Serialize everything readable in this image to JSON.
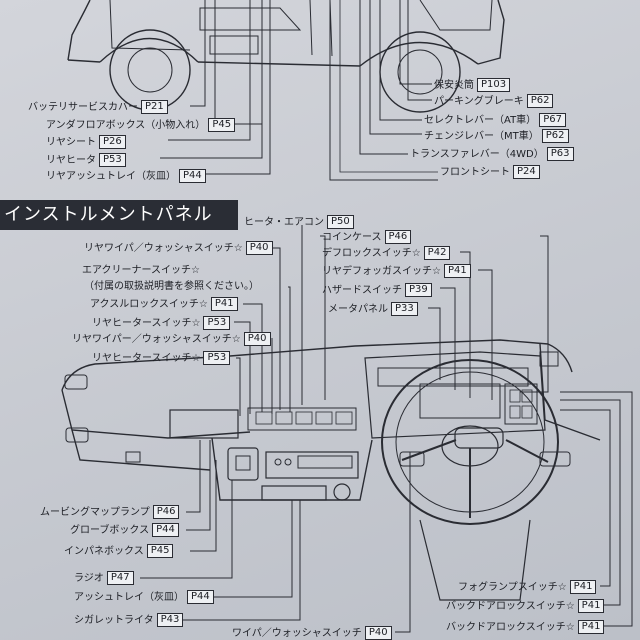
{
  "section_title": "インストルメントパネル",
  "top_labels": [
    {
      "name": "バッテリサービスカバー",
      "page": "P21"
    },
    {
      "name": "アンダフロアボックス（小物入れ）",
      "page": "P45"
    },
    {
      "name": "リヤシート",
      "page": "P26"
    },
    {
      "name": "リヤヒータ",
      "page": "P53"
    },
    {
      "name": "リヤアッシュトレイ（灰皿）",
      "page": "P44"
    },
    {
      "name": "保安炎筒",
      "page": "P103"
    },
    {
      "name": "パーキングブレーキ",
      "page": "P62"
    },
    {
      "name": "セレクトレバー（AT車）",
      "page": "P67"
    },
    {
      "name": "チェンジレバー（MT車）",
      "page": "P62"
    },
    {
      "name": "トランスファレバー（4WD）",
      "page": "P63"
    },
    {
      "name": "フロントシート",
      "page": "P24"
    }
  ],
  "panel_labels": [
    {
      "name": "ヒータ・エアコン",
      "page": "P50"
    },
    {
      "name": "コインケース",
      "page": "P46"
    },
    {
      "name": "デフロックスイッチ☆",
      "page": "P42"
    },
    {
      "name": "リヤデフォッガスイッチ☆",
      "page": "P41"
    },
    {
      "name": "ハザードスイッチ",
      "page": "P39"
    },
    {
      "name": "メータパネル",
      "page": "P33"
    },
    {
      "name": "リヤワイパ／ウォッシャスイッチ☆",
      "page": "P40"
    },
    {
      "name": "エアクリーナースイッチ☆",
      "page": ""
    },
    {
      "name": "（付属の取扱説明書を参照ください。）",
      "page": ""
    },
    {
      "name": "アクスルロックスイッチ☆",
      "page": "P41"
    },
    {
      "name": "リヤヒータースイッチ☆",
      "page": "P53"
    },
    {
      "name": "リヤワイパー／ウォッシャスイッチ☆",
      "page": "P40"
    },
    {
      "name": "リヤヒータースイッチ☆",
      "page": "P53"
    }
  ],
  "bottom_labels": [
    {
      "name": "ムービングマップランプ",
      "page": "P46"
    },
    {
      "name": "グローブボックス",
      "page": "P44"
    },
    {
      "name": "インパネボックス",
      "page": "P45"
    },
    {
      "name": "ラジオ",
      "page": "P47"
    },
    {
      "name": "アッシュトレイ（灰皿）",
      "page": "P44"
    },
    {
      "name": "シガレットライタ",
      "page": "P43"
    },
    {
      "name": "ワイパ／ウォッシャスイッチ",
      "page": "P40"
    },
    {
      "name": "フォグランプスイッチ☆",
      "page": "P41"
    },
    {
      "name": "バックドアロックスイッチ☆",
      "page": "P41"
    },
    {
      "name": "バックドアロックスイッチ☆",
      "page": "P41"
    }
  ]
}
